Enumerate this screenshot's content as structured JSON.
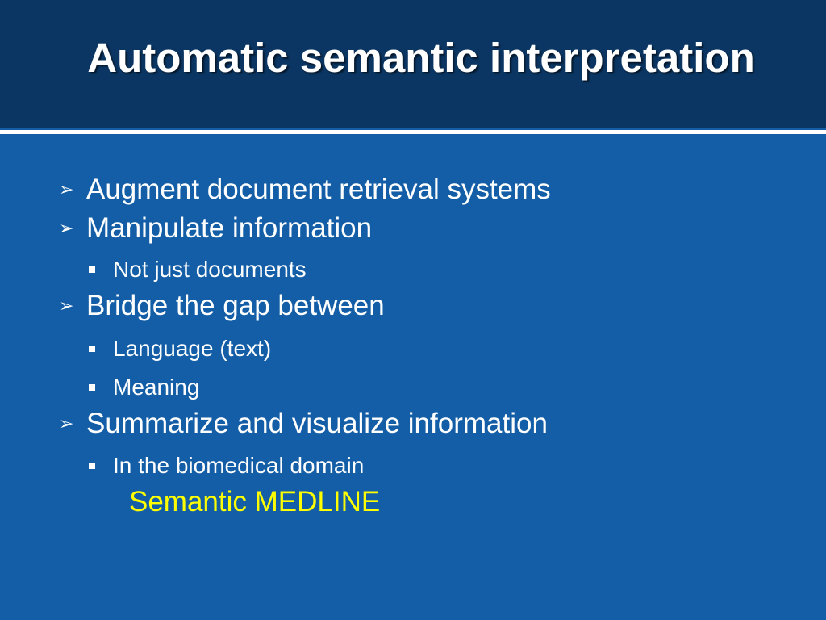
{
  "slide": {
    "title": "Automatic semantic interpretation",
    "bullets": [
      {
        "text": "Augment document retrieval systems",
        "level": 1
      },
      {
        "text": "Manipulate information",
        "level": 1
      },
      {
        "text": "Not just documents",
        "level": 2
      },
      {
        "text": "Bridge the gap between",
        "level": 1
      },
      {
        "text": "Language (text)",
        "level": 2
      },
      {
        "text": "Meaning",
        "level": 2
      },
      {
        "text": "Summarize and visualize information",
        "level": 1
      },
      {
        "text": "In the biomedical domain",
        "level": 2
      }
    ],
    "highlight": "Semantic MEDLINE"
  },
  "colors": {
    "title_bar": "#0b3663",
    "background": "#135ea6",
    "text": "#ffffff",
    "highlight": "#ffff00"
  },
  "icons": {
    "level1": "arrowhead-bullet-icon",
    "level2": "square-bullet-icon"
  }
}
